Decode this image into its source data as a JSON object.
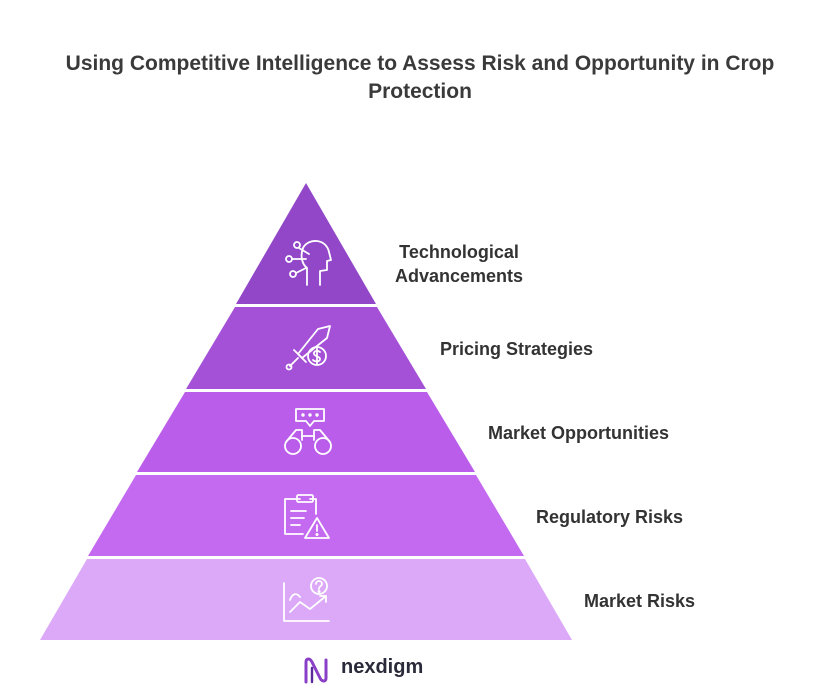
{
  "title": {
    "line1": "Using Competitive Intelligence to Assess Risk and Opportunity in Crop",
    "line2": "Protection"
  },
  "levels": [
    {
      "label_line1": "Technological",
      "label_line2": "Advancements",
      "icon": "ai-head-icon",
      "color": "#9147c8"
    },
    {
      "label": "Pricing Strategies",
      "icon": "sword-dollar-icon",
      "color": "#a451d8"
    },
    {
      "label": "Market Opportunities",
      "icon": "binoculars-chat-icon",
      "color": "#ba5deb"
    },
    {
      "label": "Regulatory Risks",
      "icon": "clipboard-warning-icon",
      "color": "#c46af1"
    },
    {
      "label": "Market Risks",
      "icon": "chart-question-icon",
      "color": "#dca8f8"
    }
  ],
  "brand": {
    "name": "nexdigm",
    "color": "#8a3fc9"
  }
}
